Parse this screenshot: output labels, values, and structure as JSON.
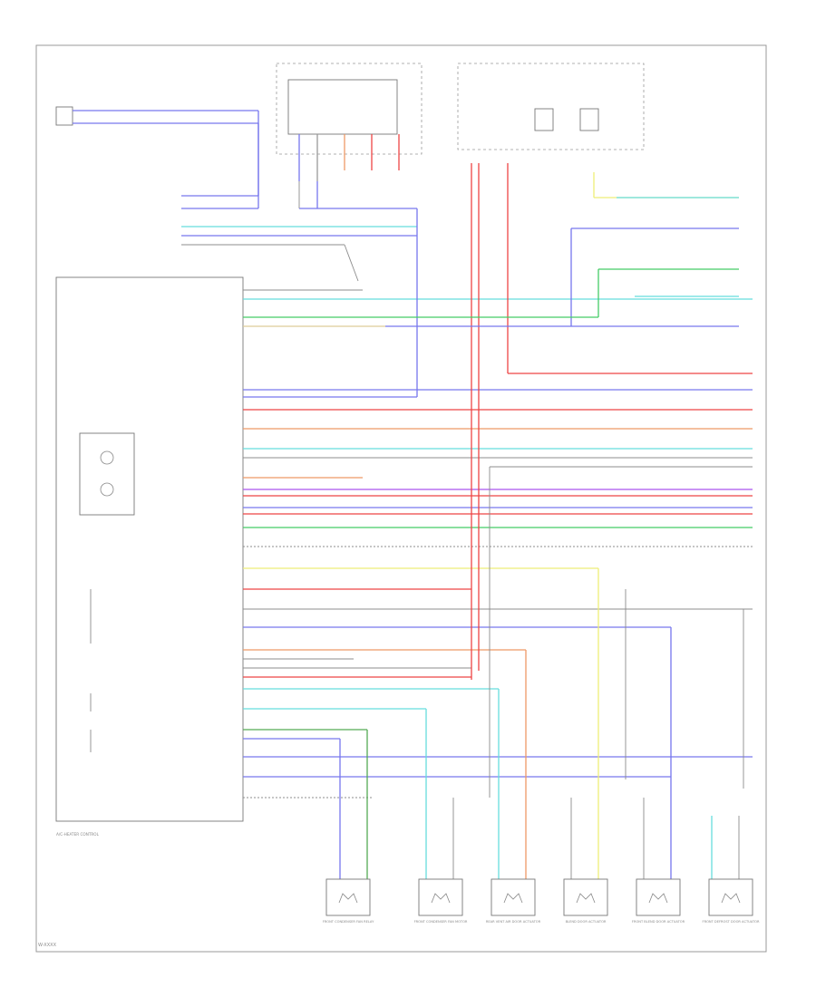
{
  "footer": {
    "code": "W-XXXX"
  },
  "module_label": "A/C-HEATER CONTROL",
  "colors": {
    "outline": "#777777",
    "blue": "#7777ee",
    "violet": "#aa55ee",
    "red": "#ee4444",
    "orange": "#ee9966",
    "cyan": "#66dddd",
    "green": "#44cc66",
    "yellow": "#eeee77",
    "tan": "#ddcc99",
    "dark_green": "#55aa55",
    "gray": "#999999"
  },
  "actuators": [
    {
      "label": "FRONT CONDENSER FAN RELAY"
    },
    {
      "label": "FRONT CONDENSER FAN MOTOR"
    },
    {
      "label": "REAR VENT AIR DOOR ACTUATOR"
    },
    {
      "label": "BLEND DOOR ACTUATOR"
    },
    {
      "label": "FRONT BLEND DOOR ACTUATOR"
    },
    {
      "label": "FRONT DEFROST DOOR ACTUATOR"
    }
  ]
}
